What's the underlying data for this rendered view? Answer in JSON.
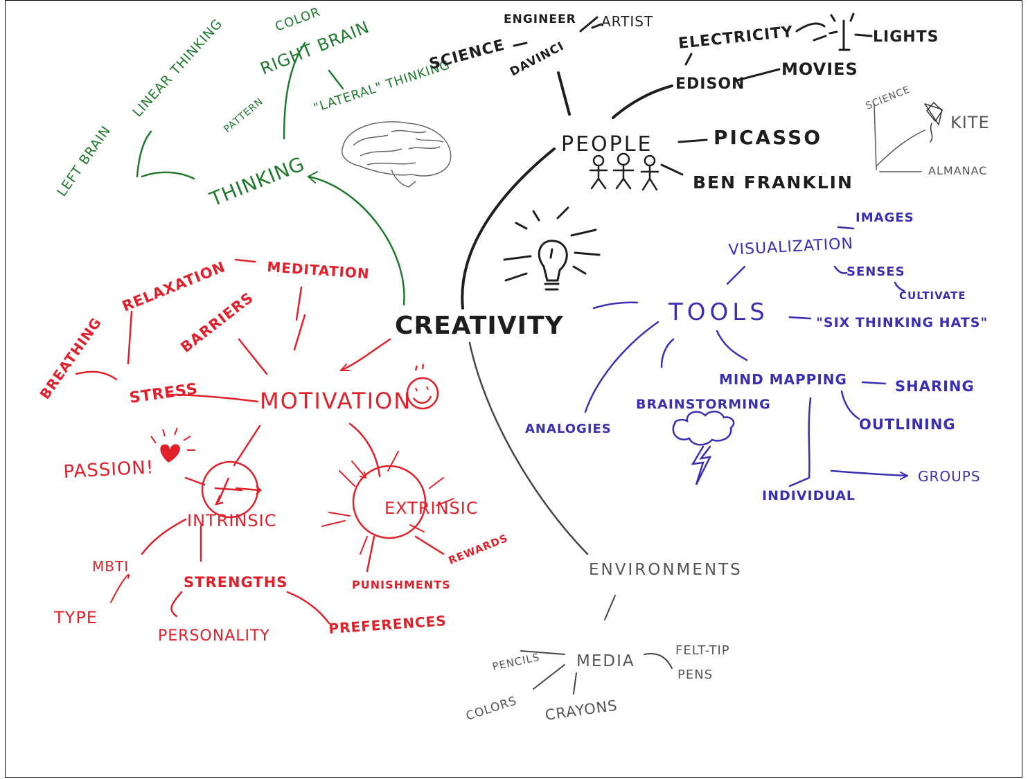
{
  "colors": {
    "black": "#1e1e1e",
    "green": "#1f7a2e",
    "red": "#e0202a",
    "blue": "#3a2fb0",
    "gray": "#555555"
  },
  "center": {
    "label": "CREATIVITY"
  },
  "thinking": {
    "label": "THINKING",
    "left_brain": "LEFT BRAIN",
    "linear_thinking": "LINEAR THINKING",
    "color": "COLOR",
    "right_brain": "RIGHT BRAIN",
    "pattern": "PATTERN",
    "lateral_thinking": "\"LATERAL\" THINKING"
  },
  "people": {
    "label": "PEOPLE",
    "engineer": "ENGINEER",
    "artist": "ARTIST",
    "science": "SCIENCE",
    "davinci": "DAVINCI",
    "electricity": "ELECTRICITY",
    "lights": "LIGHTS",
    "edison": "EDISON",
    "movies": "MOVIES",
    "picasso": "PICASSO",
    "ben_franklin": "BEN FRANKLIN",
    "franklin_science": "SCIENCE",
    "kite": "KITE",
    "almanac": "ALMANAC"
  },
  "tools": {
    "label": "TOOLS",
    "visualization": "VISUALIZATION",
    "images": "IMAGES",
    "senses": "SENSES",
    "cultivate": "CULTIVATE",
    "six_thinking_hats": "\"SIX THINKING HATS\"",
    "mind_mapping": "MIND MAPPING",
    "sharing": "SHARING",
    "outlining": "OUTLINING",
    "groups": "GROUPS",
    "individual": "INDIVIDUAL",
    "brainstorming": "BRAINSTORMING",
    "analogies": "ANALOGIES"
  },
  "motivation": {
    "label": "MOTIVATION",
    "stress": "STRESS",
    "breathing": "BREATHING",
    "relaxation": "RELAXATION",
    "meditation": "MEDITATION",
    "barriers": "BARRIERS",
    "passion": "PASSION!",
    "intrinsic": "INTRINSIC",
    "extrinsic": "EXTRINSIC",
    "rewards": "REWARDS",
    "punishments": "PUNISHMENTS",
    "mbti": "MBTI",
    "type": "TYPE",
    "strengths": "STRENGTHS",
    "personality": "PERSONALITY",
    "preferences": "PREFERENCES"
  },
  "environments": {
    "label": "ENVIRONMENTS",
    "media": "MEDIA",
    "pencils": "PENCILS",
    "colors": "COLORS",
    "crayons": "CRAYONS",
    "felt_tip": "FELT-TIP",
    "pens": "PENS"
  },
  "icons": [
    "brain-icon",
    "lightbulb-icon",
    "stick-figures-icon",
    "lamp-icon",
    "kite-icon",
    "heart-icon",
    "smiley-icon",
    "storm-cloud-icon"
  ]
}
